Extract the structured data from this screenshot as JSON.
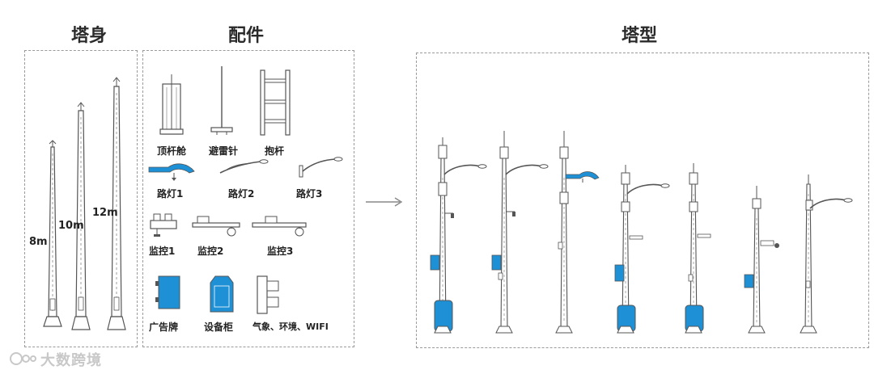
{
  "sections": {
    "tower_body": "塔身",
    "accessories": "配件",
    "tower_types": "塔型"
  },
  "poles": [
    {
      "height_label": "8m"
    },
    {
      "height_label": "10m"
    },
    {
      "height_label": "12m"
    }
  ],
  "accessories": [
    {
      "label": "顶杆舱"
    },
    {
      "label": "避雷针"
    },
    {
      "label": "抱杆"
    },
    {
      "label": "路灯1"
    },
    {
      "label": "路灯2"
    },
    {
      "label": "路灯3"
    },
    {
      "label": "监控1"
    },
    {
      "label": "监控2"
    },
    {
      "label": "监控3"
    },
    {
      "label": "广告牌"
    },
    {
      "label": "设备柜"
    },
    {
      "label": "气象、环境、WIFI"
    }
  ],
  "colors": {
    "accent_blue": "#1e90d6",
    "line": "#555555",
    "dash": "#9a9a9a"
  },
  "watermark": {
    "text": "大数跨境",
    "icon": "logo-icon"
  }
}
